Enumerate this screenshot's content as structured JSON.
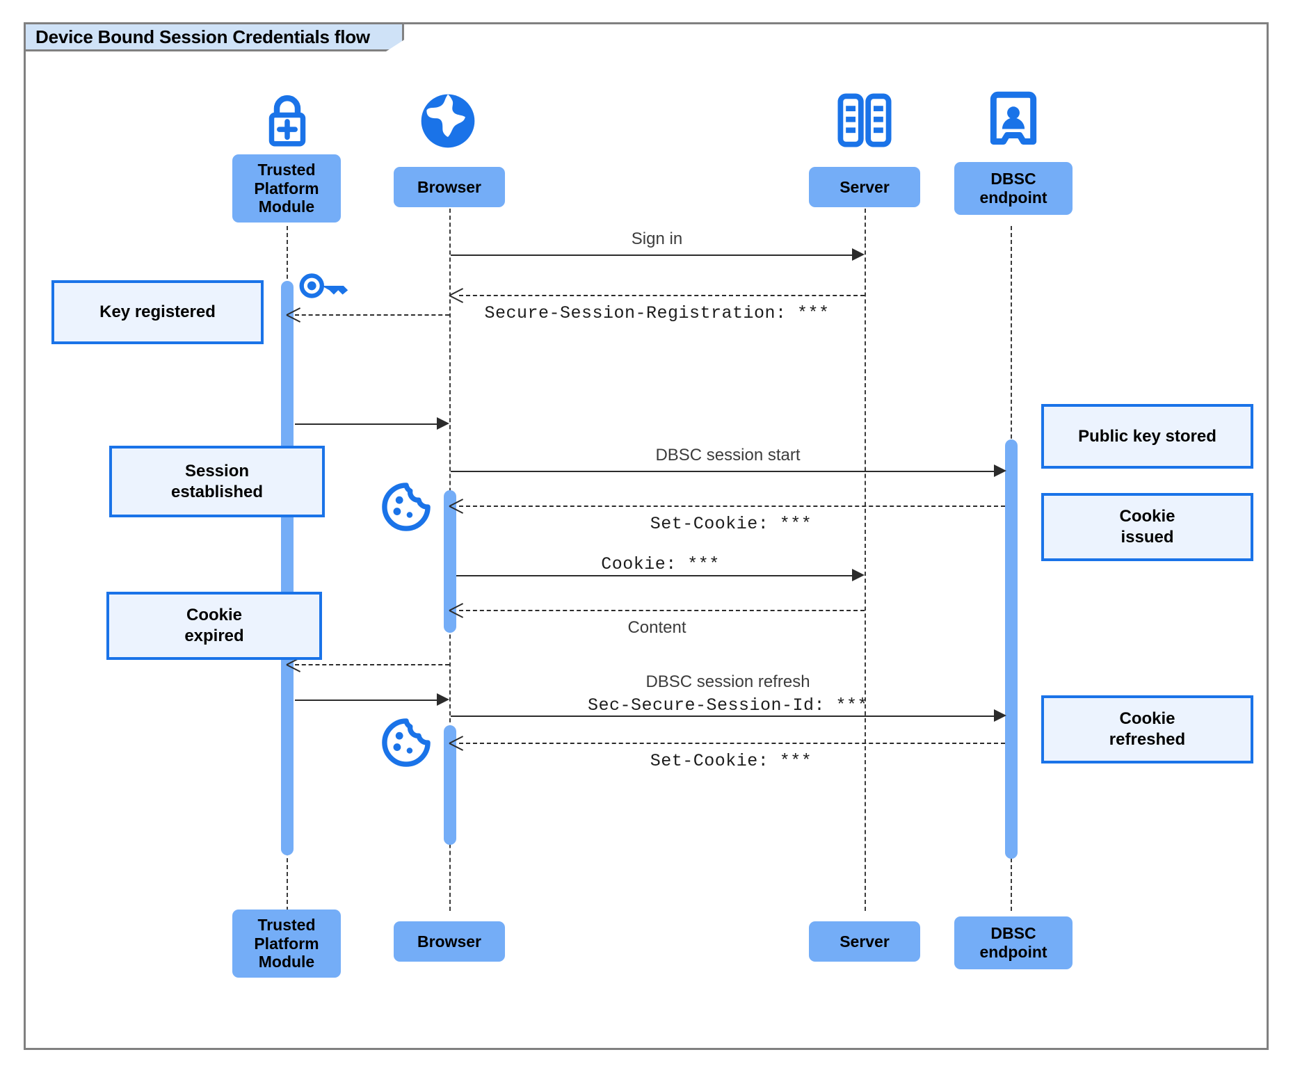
{
  "frame": {
    "title": "Device Bound Session Credentials flow",
    "border_color": "#808080",
    "title_fill": "#cfe2f7"
  },
  "colors": {
    "participant_fill": "#74adf7",
    "activation_fill": "#74adf7",
    "note_fill": "#ecf3fe",
    "note_border": "#1a73e8",
    "icon_blue": "#1a73e8",
    "line": "#2b2b2b"
  },
  "participants": [
    {
      "id": "tpm",
      "label": "Trusted\nPlatform\nModule",
      "icon": "lock-plus-icon"
    },
    {
      "id": "browser",
      "label": "Browser",
      "icon": "globe-icon"
    },
    {
      "id": "server",
      "label": "Server",
      "icon": "server-rack-icon"
    },
    {
      "id": "dbsc",
      "label": "DBSC\nendpoint",
      "icon": "id-badge-icon"
    }
  ],
  "participants_bottom": [
    {
      "id": "tpm",
      "label": "Trusted\nPlatform\nModule"
    },
    {
      "id": "browser",
      "label": "Browser"
    },
    {
      "id": "server",
      "label": "Server"
    },
    {
      "id": "dbsc",
      "label": "DBSC\nendpoint"
    }
  ],
  "messages": [
    {
      "id": "m1",
      "from": "browser",
      "to": "server",
      "style": "solid",
      "label": "Sign in",
      "label_font": "sans"
    },
    {
      "id": "m2",
      "from": "server",
      "to": "browser",
      "style": "dashed",
      "label": "Secure-Session-Registration: ***",
      "label_font": "mono"
    },
    {
      "id": "m3",
      "from": "browser",
      "to": "tpm",
      "style": "dashed",
      "label": "",
      "label_font": "sans"
    },
    {
      "id": "m4",
      "from": "tpm",
      "to": "browser",
      "style": "solid",
      "label": "",
      "label_font": "sans"
    },
    {
      "id": "m5",
      "from": "browser",
      "to": "dbsc",
      "style": "solid",
      "label": "DBSC session start",
      "label_font": "sans"
    },
    {
      "id": "m6",
      "from": "dbsc",
      "to": "browser",
      "style": "dashed",
      "label": "Set-Cookie: ***",
      "label_font": "mono"
    },
    {
      "id": "m7",
      "from": "browser",
      "to": "server",
      "style": "solid",
      "label": "Cookie: ***",
      "label_font": "mono"
    },
    {
      "id": "m8",
      "from": "server",
      "to": "browser",
      "style": "dashed",
      "label": "Content",
      "label_font": "sans"
    },
    {
      "id": "m9",
      "from": "browser",
      "to": "tpm",
      "style": "dashed",
      "label": "",
      "label_font": "sans"
    },
    {
      "id": "m10",
      "from": "tpm",
      "to": "browser",
      "style": "solid",
      "label": "",
      "label_font": "sans"
    },
    {
      "id": "m11",
      "from": "browser",
      "to": "dbsc",
      "style": "solid",
      "label": "DBSC session refresh",
      "label_font": "sans",
      "label2": "Sec-Secure-Session-Id: ***",
      "label2_font": "mono"
    },
    {
      "id": "m12",
      "from": "dbsc",
      "to": "browser",
      "style": "dashed",
      "label": "Set-Cookie: ***",
      "label_font": "mono"
    }
  ],
  "notes": [
    {
      "id": "key-registered",
      "label": "Key registered",
      "side": "left"
    },
    {
      "id": "session-established",
      "label": "Session\nestablished",
      "side": "left"
    },
    {
      "id": "cookie-expired",
      "label": "Cookie\nexpired",
      "side": "left"
    },
    {
      "id": "public-key-stored",
      "label": "Public key stored",
      "side": "right"
    },
    {
      "id": "cookie-issued",
      "label": "Cookie\nissued",
      "side": "right"
    },
    {
      "id": "cookie-refreshed",
      "label": "Cookie\nrefreshed",
      "side": "right"
    }
  ],
  "inline_icons": [
    {
      "id": "key-icon-tpm",
      "icon": "key-icon"
    },
    {
      "id": "cookie-icon-browser-1",
      "icon": "cookie-icon"
    },
    {
      "id": "cookie-icon-browser-2",
      "icon": "cookie-icon"
    }
  ]
}
